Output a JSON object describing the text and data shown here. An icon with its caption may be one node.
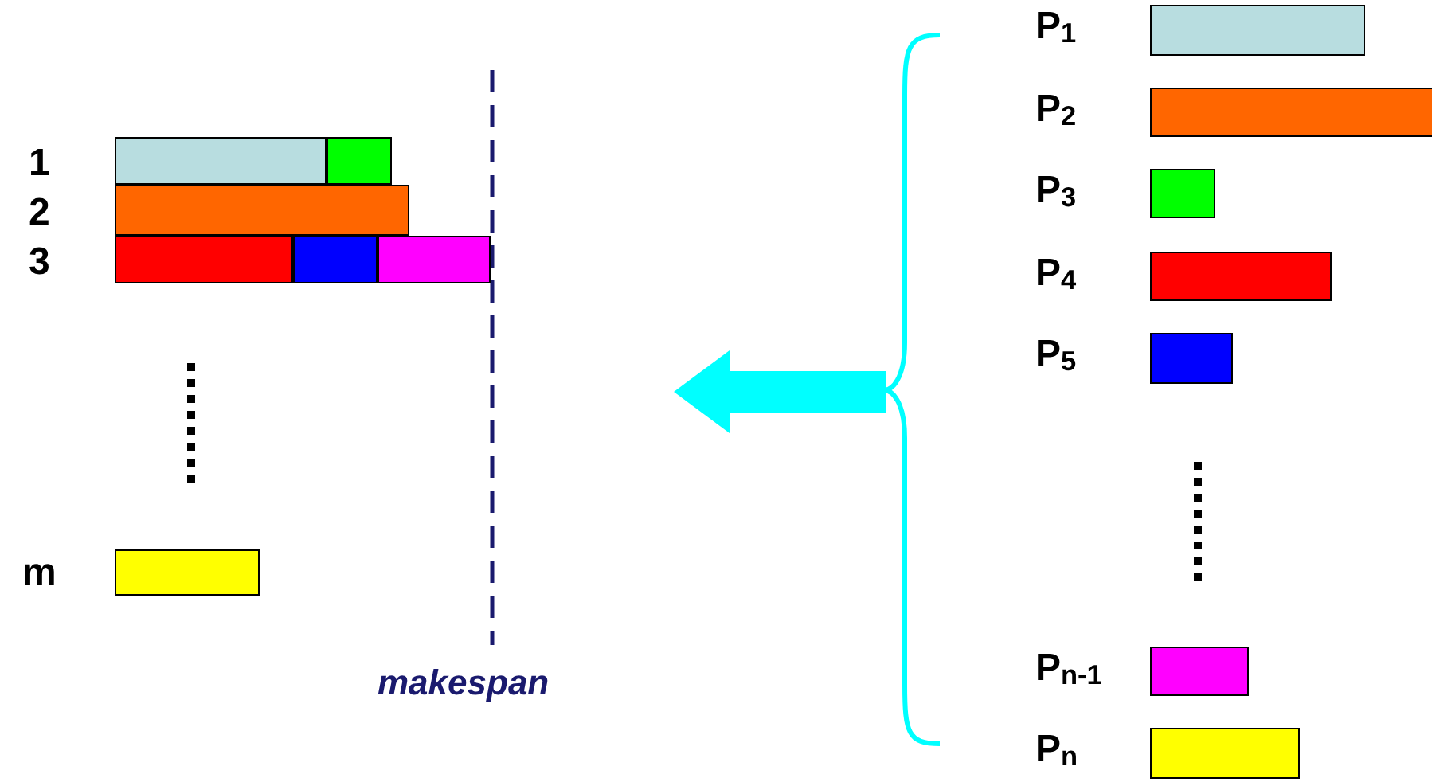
{
  "diagram": {
    "nodes": [
      {
        "text": [],
        "shape": "bar"
      },
      {
        "text": [],
        "shape": "bar"
      },
      {
        "text": [],
        "shape": "bar"
      },
      {
        "text": [],
        "shape": "bar"
      },
      {
        "text": [],
        "shape": "bar"
      },
      {
        "text": [],
        "shape": "bar"
      },
      {
        "text": [],
        "shape": "bar"
      },
      {
        "text": [],
        "shape": "bar"
      },
      {
        "text": [],
        "shape": "bar"
      },
      {
        "text": [],
        "shape": "bar"
      },
      {
        "text": [],
        "shape": "bar"
      },
      {
        "text": [],
        "shape": "bar"
      },
      {
        "text": [],
        "shape": "bar"
      },
      {
        "text": [],
        "shape": "bar"
      }
    ],
    "labels": [
      "P$_{1}$",
      "P$_{2}$",
      "1",
      "2",
      "P$_{3}$",
      "3",
      "P$_{4}$",
      "P$_{5}$",
      "m",
      "P$_{n-1}$",
      "makespan",
      "P$_{n}$"
    ]
  }
}
